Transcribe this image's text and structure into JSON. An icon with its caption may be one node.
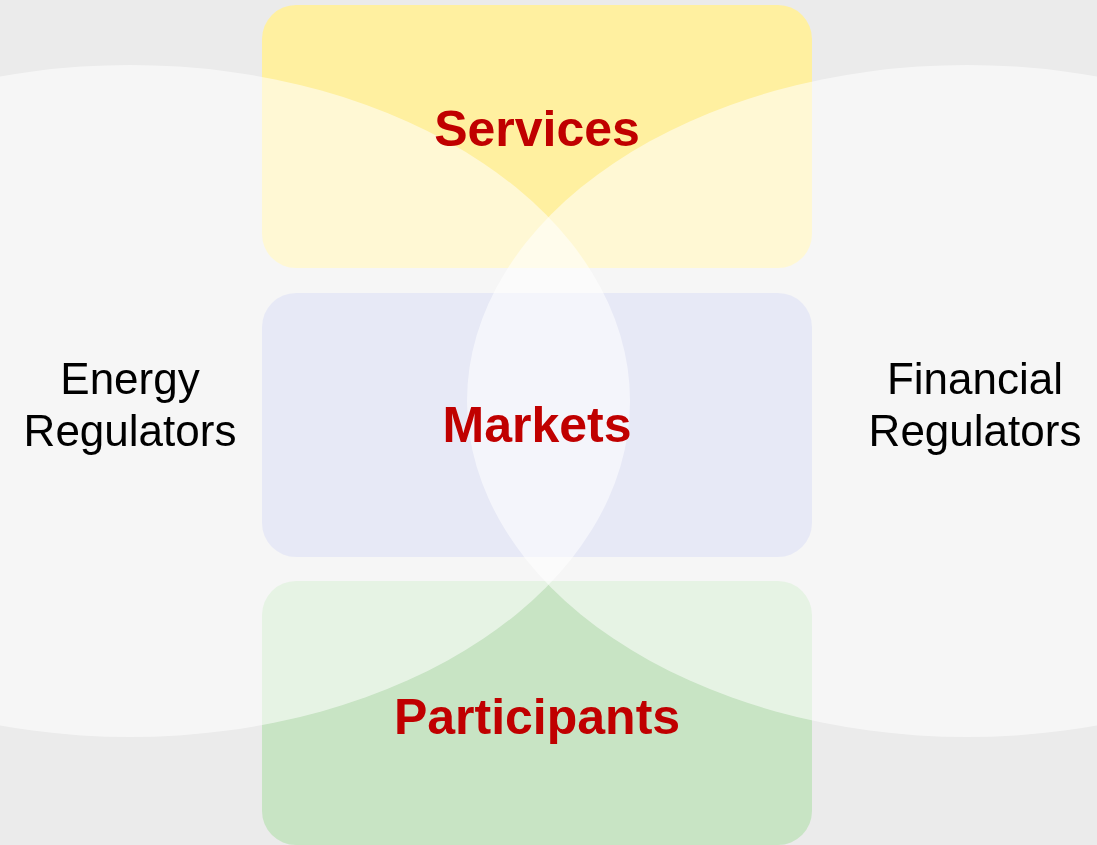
{
  "diagram": {
    "nodes": [
      {
        "text": [
          "Services"
        ]
      },
      {
        "text": [
          "Energy Regulators"
        ]
      },
      {
        "text": [
          "Markets"
        ]
      },
      {
        "text": [
          "Financial Regulators"
        ]
      },
      {
        "text": [
          "Participants"
        ]
      }
    ],
    "edges": []
  }
}
